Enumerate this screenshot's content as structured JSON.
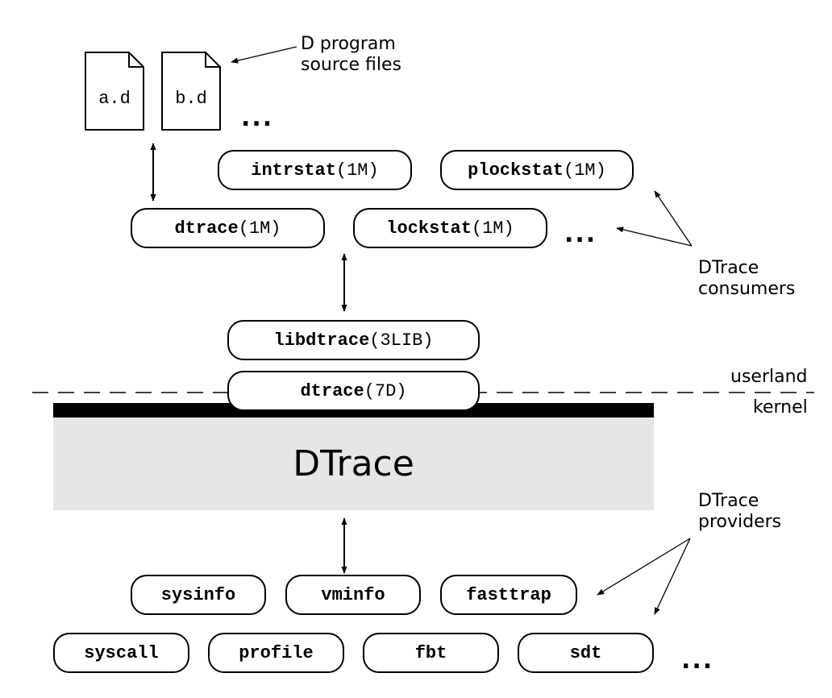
{
  "annotations": {
    "source_files": "D program\nsource files",
    "consumers": "DTrace\nconsumers",
    "providers": "DTrace\nproviders",
    "userland": "userland",
    "kernel": "kernel"
  },
  "source_files": [
    "a.d",
    "b.d"
  ],
  "ellipsis": "...",
  "consumers": [
    {
      "cmd": "intrstat",
      "sec": "(1M)"
    },
    {
      "cmd": "plockstat",
      "sec": "(1M)"
    },
    {
      "cmd": "dtrace",
      "sec": "(1M)"
    },
    {
      "cmd": "lockstat",
      "sec": "(1M)"
    }
  ],
  "library": {
    "cmd": "libdtrace",
    "sec": "(3LIB)"
  },
  "driver": {
    "cmd": "dtrace",
    "sec": "(7D)"
  },
  "core": "DTrace",
  "providers": [
    "sysinfo",
    "vminfo",
    "fasttrap",
    "syscall",
    "profile",
    "fbt",
    "sdt"
  ]
}
